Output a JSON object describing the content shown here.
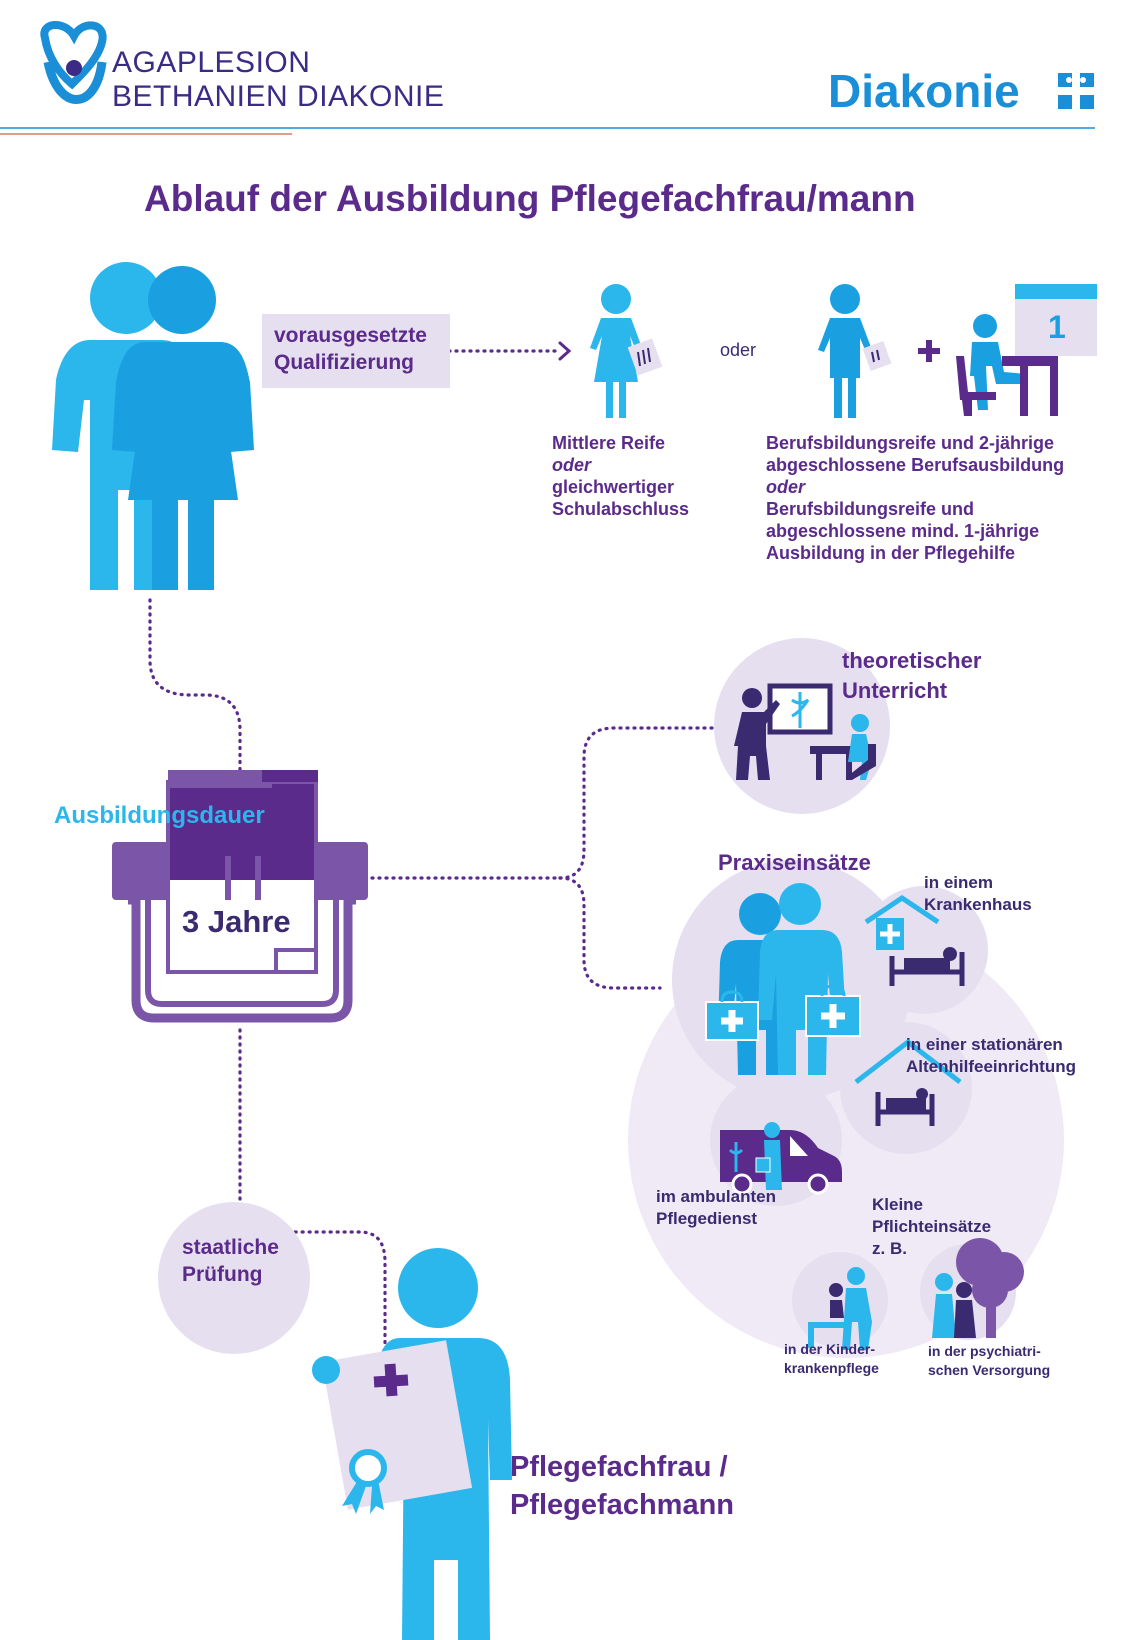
{
  "header": {
    "logo_line1": "AGAPLESION",
    "logo_line2": "BETHANIEN DIAKONIE",
    "brand": "Diakonie"
  },
  "title": "Ablauf der Ausbildung Pflegefachfrau/mann",
  "qualification": {
    "label": "vorausgesetzte\nQualifizierung",
    "or_label": "oder",
    "option1": {
      "line1": "Mittlere Reife",
      "or": "oder",
      "line2": "gleichwertiger\nSchulabschluss"
    },
    "option2": {
      "line1": "Berufsbildungsreife und 2-jährige\nabgeschlossene Berufsausbildung",
      "or": "oder",
      "line2": "Berufsbildungsreife und\nabgeschlossene mind. 1-jährige\nAusbildung in der Pflegehilfe"
    },
    "calendar_number": "1"
  },
  "duration": {
    "label": "Ausbildungsdauer",
    "value": "3 Jahre"
  },
  "theory": {
    "label": "theoretischer\nUnterricht"
  },
  "practice": {
    "title": "Praxiseinsätze",
    "hospital": "in einem\nKrankenhaus",
    "elderly": "in einer stationären\nAltenhilfeeinrichtung",
    "ambulant": "im ambulanten\nPflegedienst",
    "small_title": "Kleine\nPflichteinsätze\nz. B.",
    "children": "in der Kinder-\nkrankenpflege",
    "psych": "in der psychiatri-\nschen Versorgung"
  },
  "exam": {
    "label": "staatliche\nPrüfung"
  },
  "result": {
    "label": "Pflegefachfrau /\nPflegefachmann"
  },
  "colors": {
    "purple": "#5b2b8c",
    "dark_purple": "#3a2a70",
    "light_blue": "#2bb6ec",
    "mid_blue": "#1aa0e0",
    "lavender": "#e5dff0",
    "diakonie_blue": "#1a8ed6"
  },
  "icons": [
    "agaplesion-logo-icon",
    "diakonie-cross-icon",
    "couple-icon",
    "woman-certificate-icon",
    "man-certificate-icon",
    "student-desk-icon",
    "calendar-icon",
    "classroom-icon",
    "nurses-icon",
    "hospital-icon",
    "nursing-home-icon",
    "ambulance-car-icon",
    "pediatric-icon",
    "tree-psychiatry-icon",
    "graduate-icon"
  ]
}
